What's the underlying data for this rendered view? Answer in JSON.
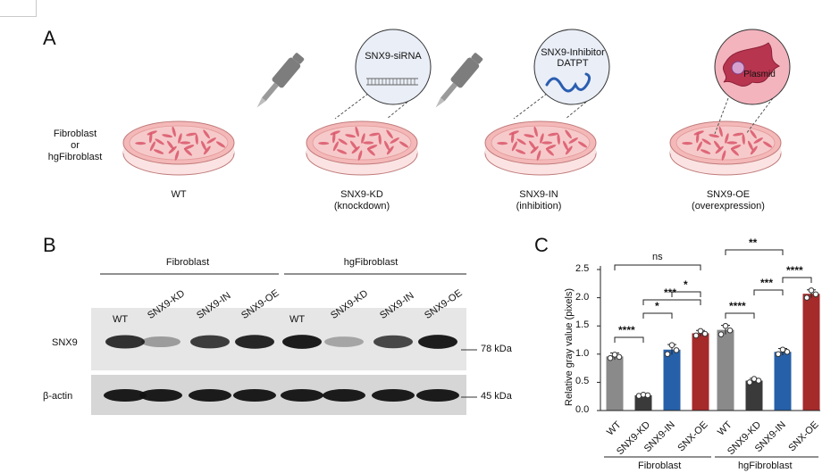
{
  "panels": {
    "a": "A",
    "b": "B",
    "c": "C"
  },
  "panel_a": {
    "cell_type_label": [
      "Fibroblast",
      "or",
      "hgFibroblast"
    ],
    "conditions": [
      {
        "name": "WT",
        "sub": ""
      },
      {
        "name": "SNX9-KD",
        "sub": "(knockdown)"
      },
      {
        "name": "SNX9-IN",
        "sub": "(inhibition)"
      },
      {
        "name": "SNX9-OE",
        "sub": "(overexpression)"
      }
    ],
    "callouts": {
      "sirna": "SNX9-siRNA",
      "inhibitor_line1": "SNX9-Inhibitor",
      "inhibitor_line2": "DATPT",
      "plasmid": "Plasmid"
    },
    "colors": {
      "dish_fill": "#f4b8b8",
      "cells": "#d9566a",
      "callout_bg": "#e9eef7",
      "pipette": "#7d7d7d"
    }
  },
  "panel_b": {
    "groups": [
      "Fibroblast",
      "hgFibroblast"
    ],
    "lanes": [
      "WT",
      "SNX9-KD",
      "SNX9-IN",
      "SNX9-OE",
      "WT",
      "SNX9-KD",
      "SNX9-IN",
      "SNX9-OE"
    ],
    "rows": [
      {
        "label": "SNX9",
        "marker": "78 kDa",
        "intensity": [
          0.85,
          0.35,
          0.8,
          0.9,
          0.95,
          0.3,
          0.75,
          0.95
        ]
      },
      {
        "label": "β-actin",
        "marker": "45 kDa",
        "intensity": [
          0.95,
          0.95,
          0.95,
          0.95,
          0.95,
          0.95,
          0.95,
          0.95
        ]
      }
    ]
  },
  "chart_data": {
    "type": "bar",
    "ylabel": "Relative gray value (pixels)",
    "ylim": [
      0,
      2.5
    ],
    "yticks": [
      "0.0",
      "0.5",
      "1.0",
      "1.5",
      "2.0",
      "2.5"
    ],
    "groups": [
      {
        "name": "Fibroblast",
        "categories": [
          "WT",
          "SNX9-KD",
          "SNX9-IN",
          "SNX-OE"
        ],
        "values": [
          0.96,
          0.27,
          1.08,
          1.37
        ],
        "errors": [
          0.06,
          0.02,
          0.09,
          0.05
        ],
        "points": [
          [
            0.93,
            0.99,
            0.95
          ],
          [
            0.26,
            0.28,
            0.27
          ],
          [
            1.0,
            1.16,
            1.07
          ],
          [
            1.33,
            1.41,
            1.36
          ]
        ]
      },
      {
        "name": "hgFibroblast",
        "categories": [
          "WT",
          "SNX9-KD",
          "SNX9-IN",
          "SNX-OE"
        ],
        "values": [
          1.43,
          0.53,
          1.04,
          2.07
        ],
        "errors": [
          0.08,
          0.04,
          0.06,
          0.07
        ],
        "points": [
          [
            1.35,
            1.5,
            1.42
          ],
          [
            0.5,
            0.56,
            0.53
          ],
          [
            1.0,
            1.08,
            1.04
          ],
          [
            2.0,
            2.13,
            2.06
          ]
        ]
      }
    ],
    "bar_colors": [
      "#8a8a8a",
      "#3a3a3a",
      "#2660a8",
      "#a52a2a"
    ],
    "significance": [
      {
        "group": 0,
        "from": 0,
        "to": 3,
        "label": "ns"
      },
      {
        "group": 0,
        "from": 0,
        "to": 1,
        "label": "****"
      },
      {
        "group": 0,
        "from": 1,
        "to": 2,
        "label": "*"
      },
      {
        "group": 0,
        "from": 2,
        "to": 3,
        "label": "*"
      },
      {
        "group": 0,
        "from": 1,
        "to": 3,
        "label": "***"
      },
      {
        "group": 1,
        "from": 0,
        "to": 2,
        "label": "**"
      },
      {
        "group": 1,
        "from": 0,
        "to": 1,
        "label": "****"
      },
      {
        "group": 1,
        "from": 1,
        "to": 2,
        "label": "***"
      },
      {
        "group": 1,
        "from": 2,
        "to": 3,
        "label": "****"
      }
    ]
  }
}
